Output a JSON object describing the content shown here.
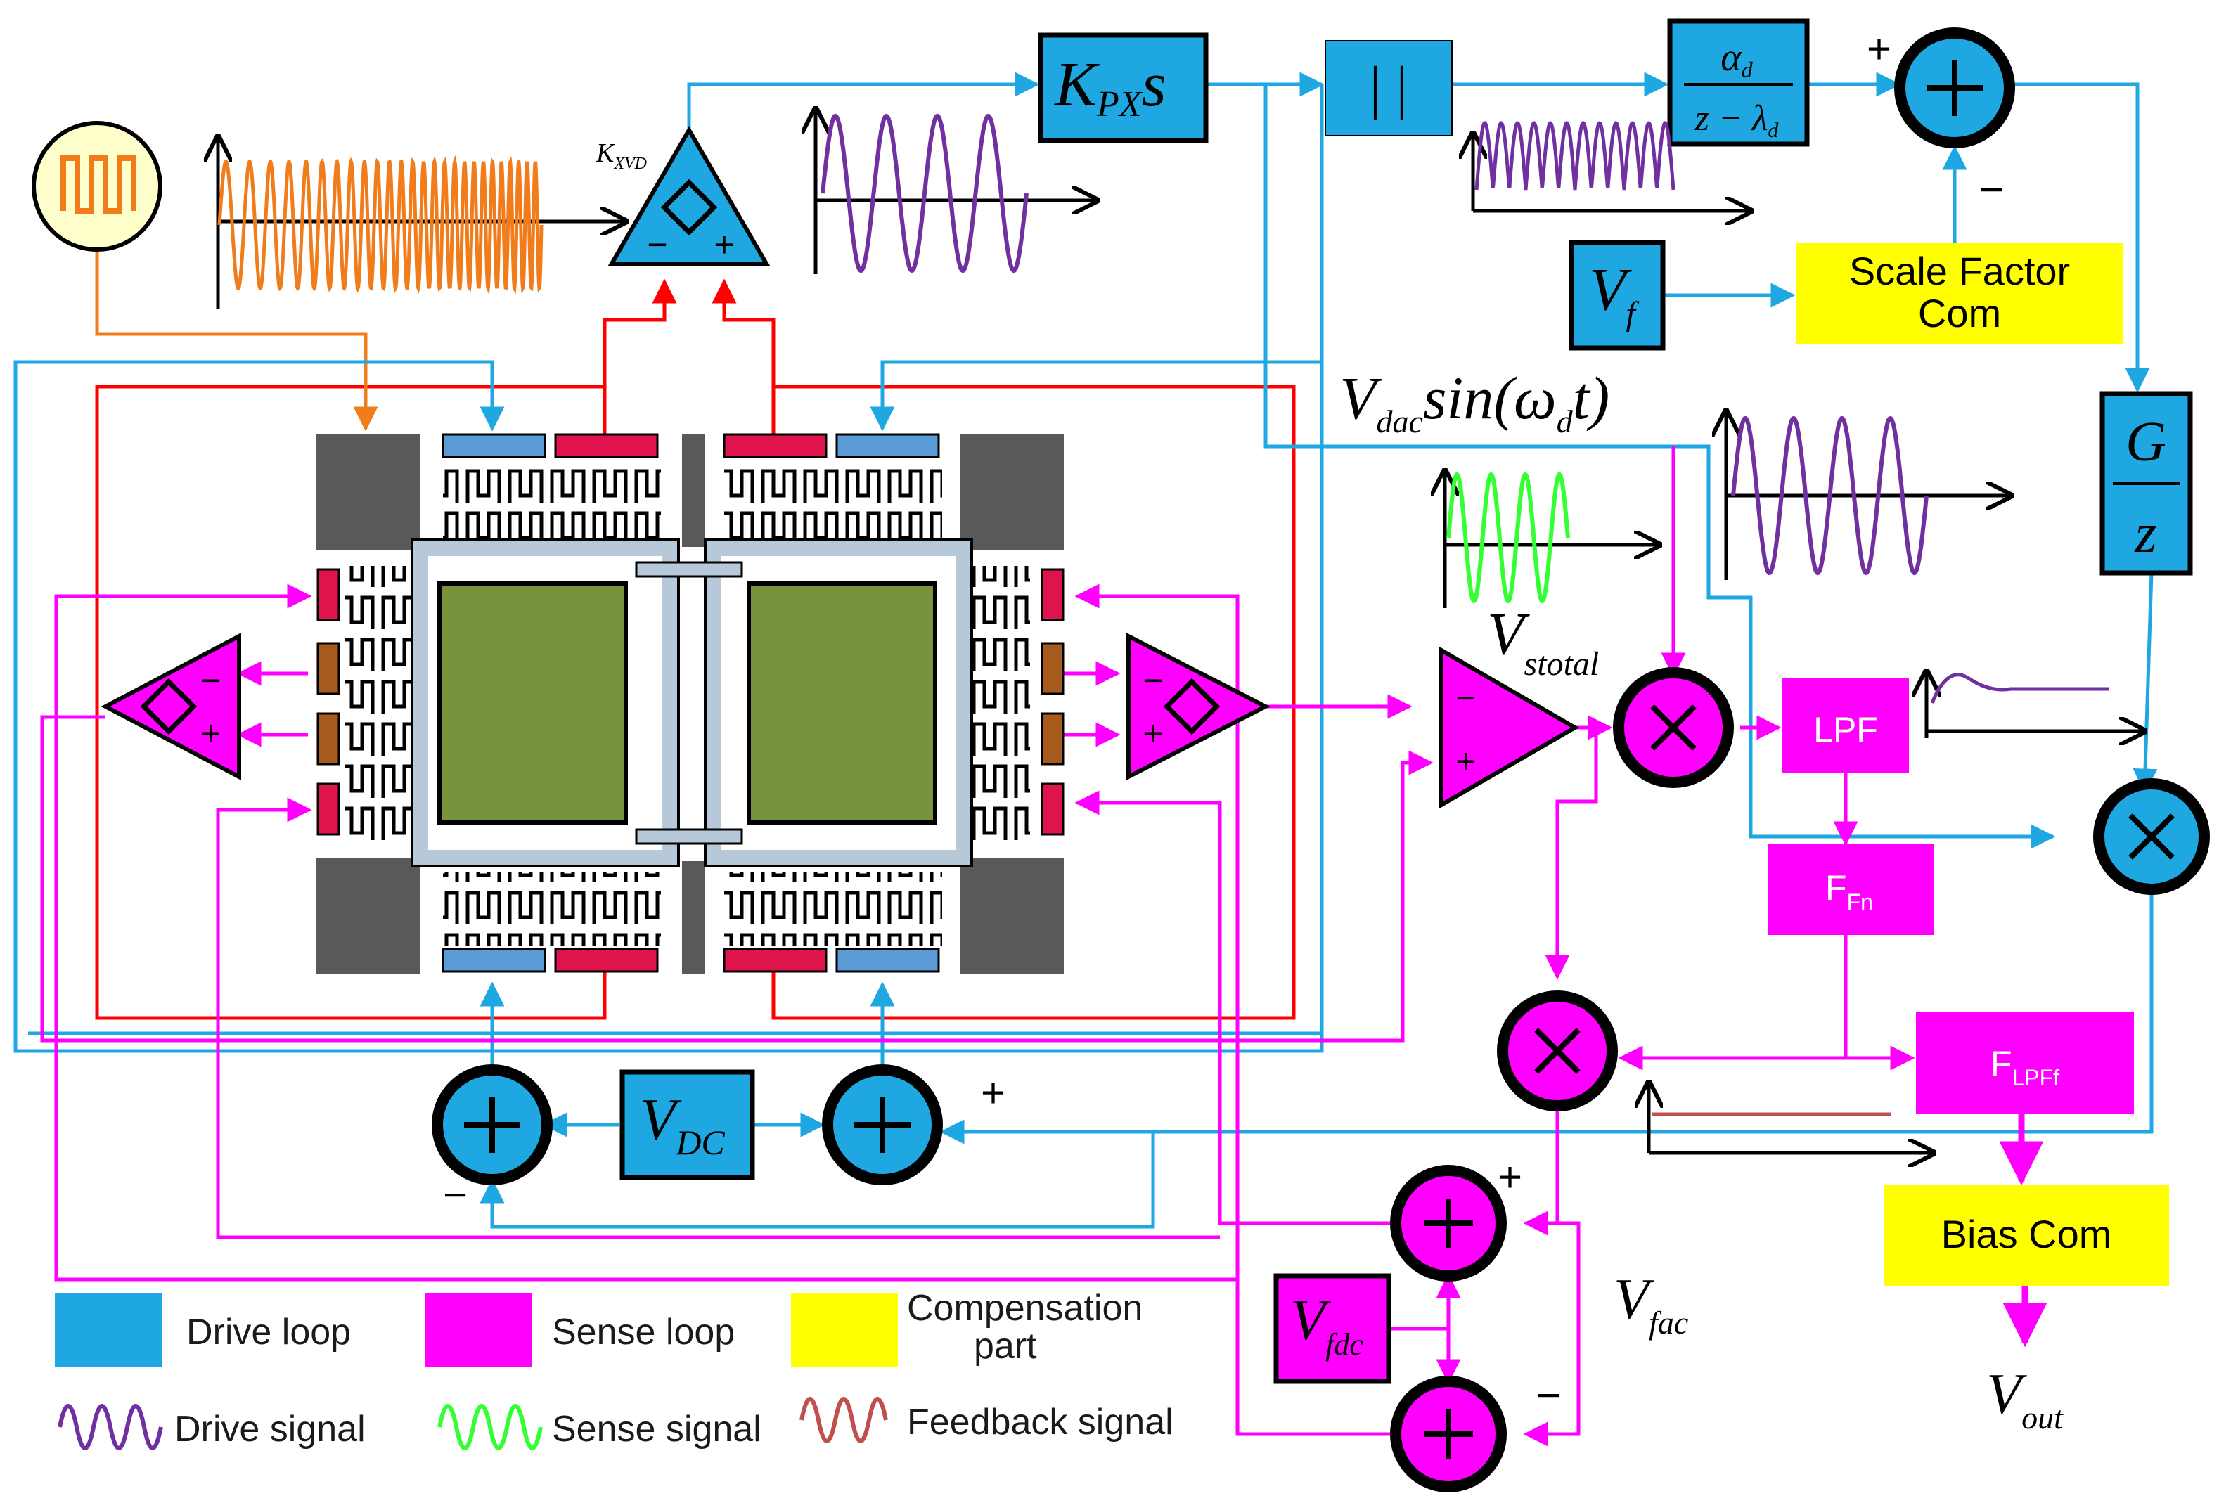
{
  "colors": {
    "drive_loop": "#1ea7e1",
    "sense_loop": "#ff00ff",
    "compensation": "#ffff00",
    "drive_signal": "#7030a0",
    "sense_signal": "#33ff33",
    "feedback_signal": "#c0504d",
    "feedback_wire": "#ff0000",
    "oscillator_wire": "#f07c1c",
    "anchor": "#595959",
    "proof_mass": "#77933c",
    "frame": "#b7c9d9",
    "drive_electrode": "#5b9bd5",
    "sense_electrode": "#e0144c",
    "brown_electrode": "#a65a1e"
  },
  "blocks": {
    "kpx_label": "K",
    "kpx_sub": "PX",
    "kpx_s": "s",
    "abs_label": "| |",
    "lpf_filter_num": "α",
    "lpf_filter_num_sub": "d",
    "lpf_filter_den": "z − λ",
    "lpf_filter_den_sub": "d",
    "gz_num": "G",
    "gz_den": "z",
    "vf_label": "V",
    "vf_sub": "f",
    "scale_factor_line1": "Scale Factor",
    "scale_factor_line2": "Com",
    "lpf_label": "LPF",
    "ffn_label": "F",
    "ffn_sub": "Fn",
    "flpff_label": "F",
    "flpff_sub": "LPFf",
    "bias_label": "Bias Com",
    "vdc_label": "V",
    "vdc_sub": "DC",
    "vfdc_label": "V",
    "vfdc_sub": "fdc",
    "kxvd_label": "K",
    "kxvd_sub": "XVD"
  },
  "labels": {
    "vdac_prefix": "V",
    "vdac_sub": "dac",
    "vdac_rest": "sin(ω",
    "vdac_omega_sub": "d",
    "vdac_tail": "t)",
    "vstotal": "V",
    "vstotal_sub": "stotal",
    "vfac": "V",
    "vfac_sub": "fac",
    "vout": "V",
    "vout_sub": "out",
    "plus": "+",
    "minus": "−"
  },
  "legend": {
    "drive_loop": "Drive loop",
    "sense_loop": "Sense loop",
    "compensation_line1": "Compensation",
    "compensation_line2": "part",
    "drive_signal": "Drive signal",
    "sense_signal": "Sense signal",
    "feedback_signal": "Feedback signal"
  }
}
